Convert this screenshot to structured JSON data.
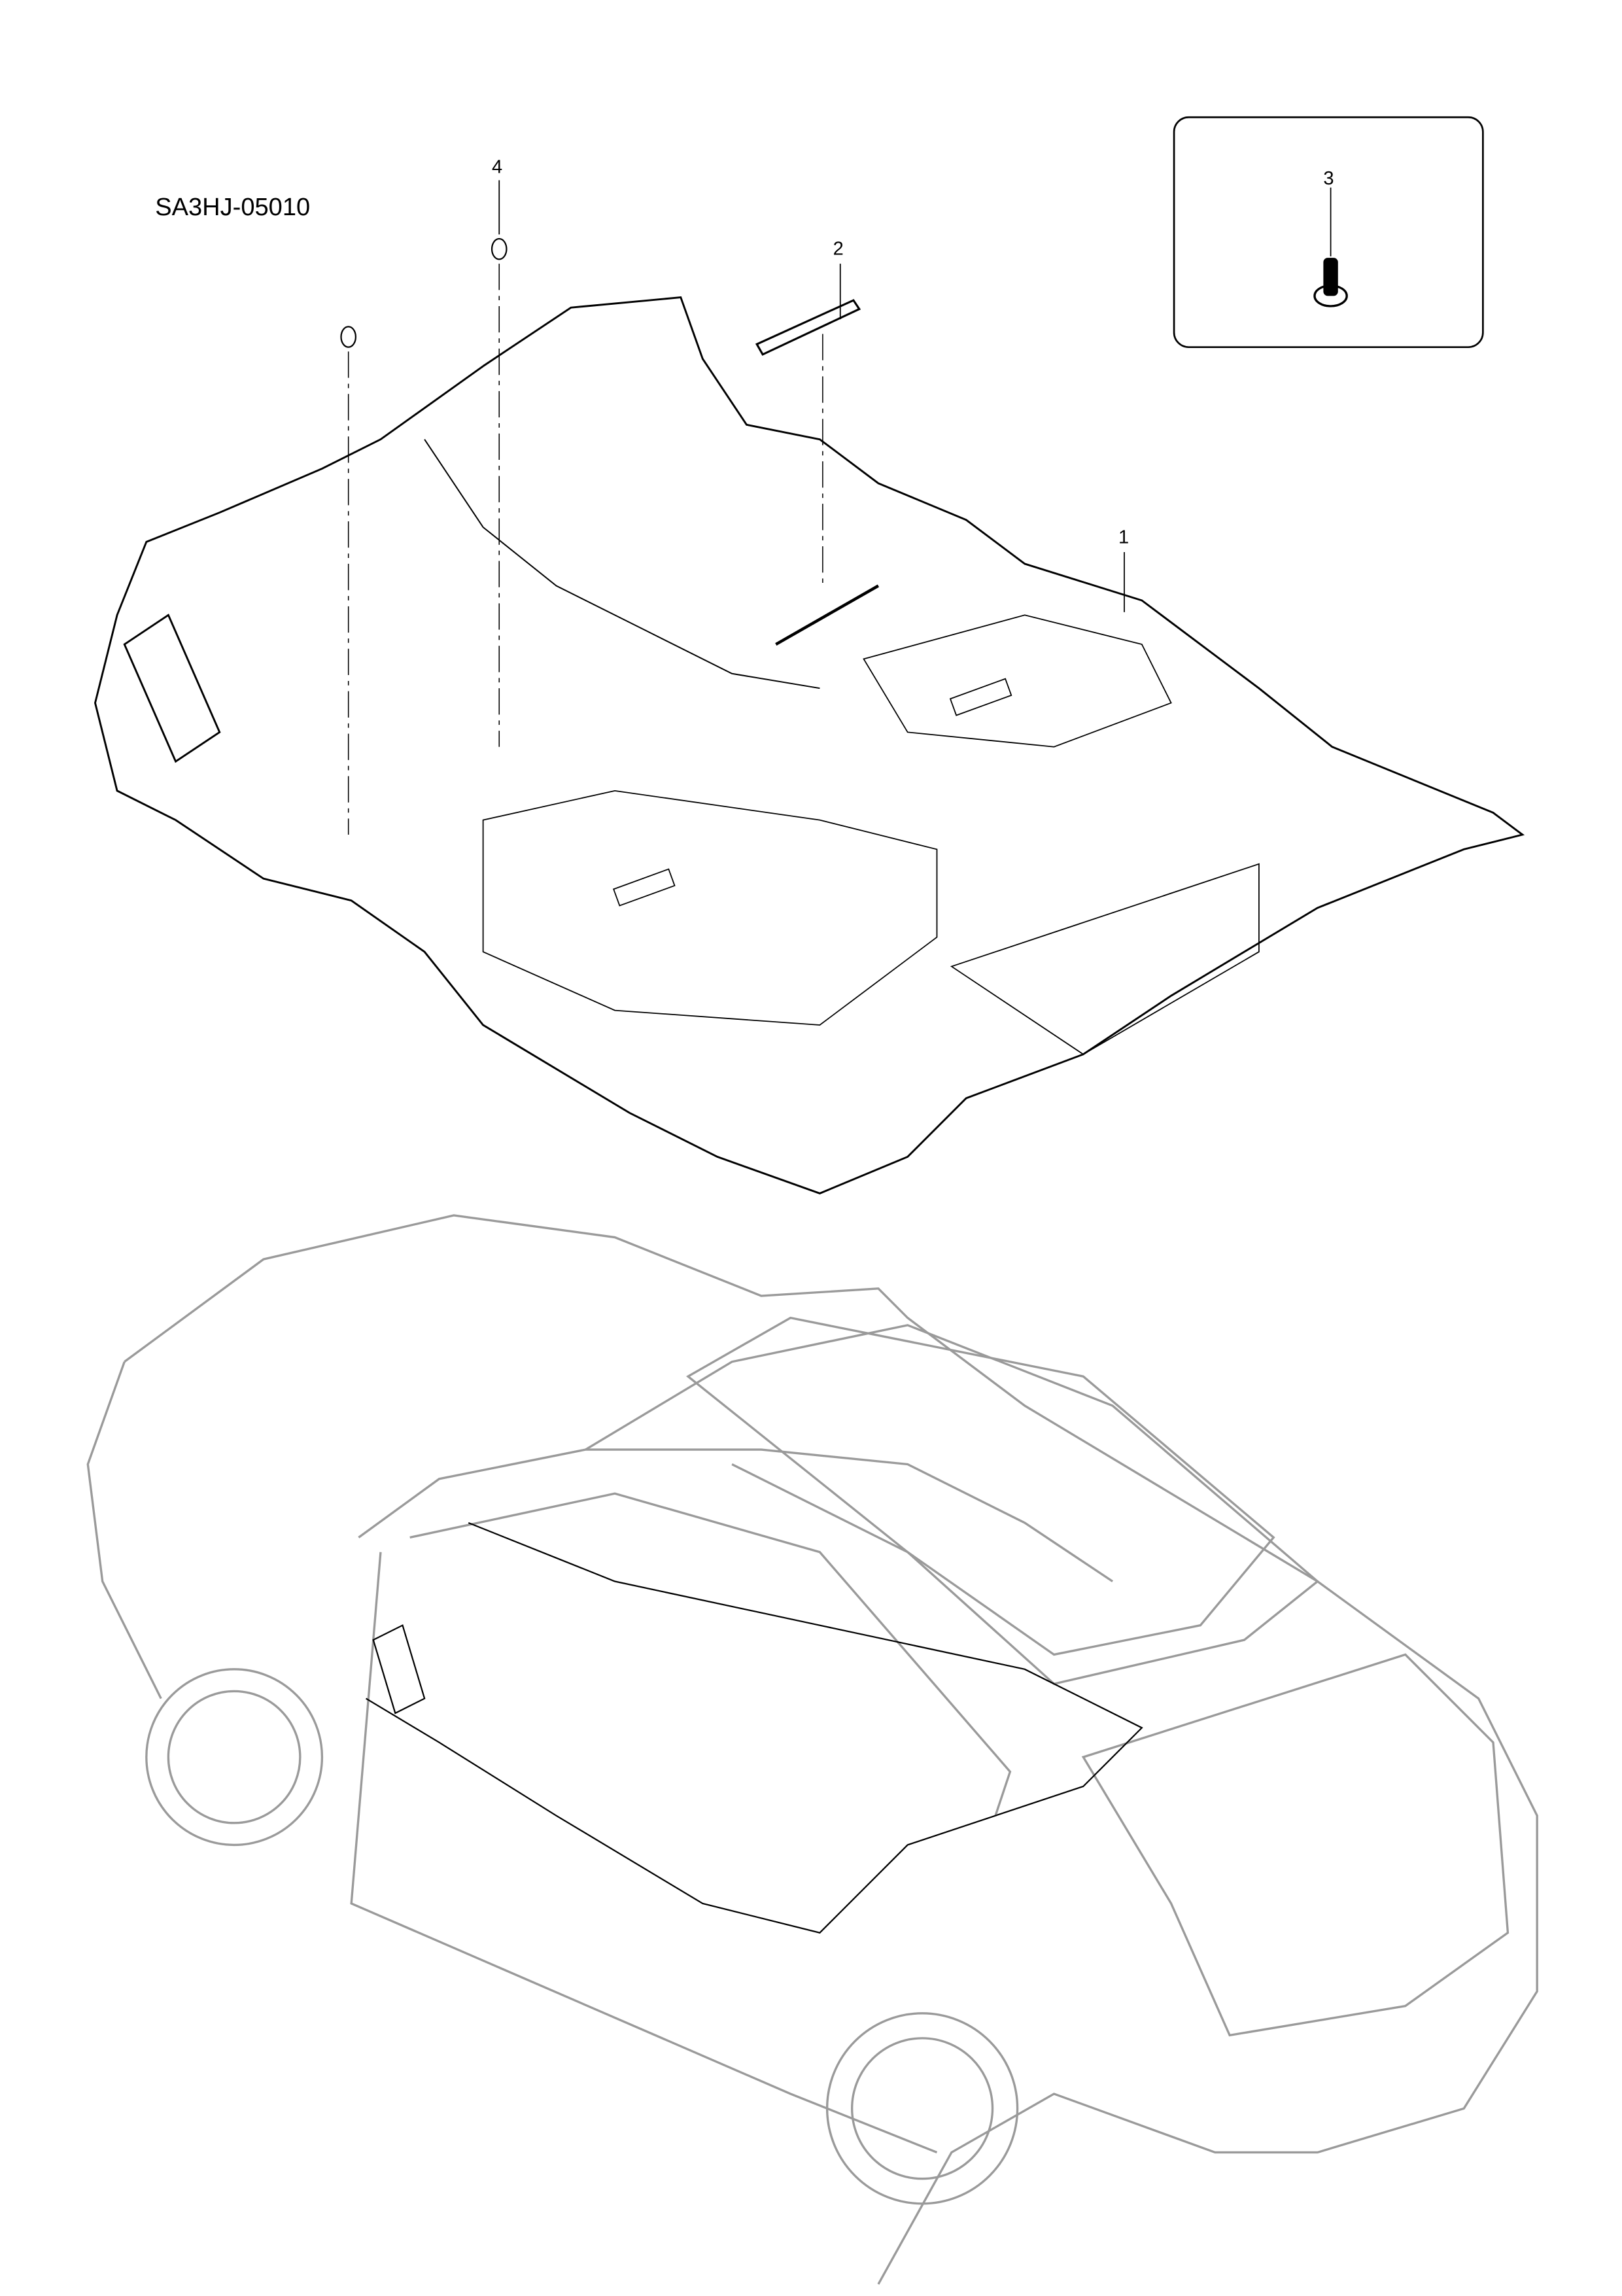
{
  "diagram": {
    "code": "SA3HJ-05010",
    "callouts": [
      {
        "number": "1",
        "part": "floor-carpet"
      },
      {
        "number": "2",
        "part": "vin-trim-strip"
      },
      {
        "number": "3",
        "part": "clip"
      },
      {
        "number": "4",
        "part": "grommet"
      }
    ]
  },
  "colors": {
    "line": "#000000",
    "vehicle": "#9a9a9a"
  }
}
